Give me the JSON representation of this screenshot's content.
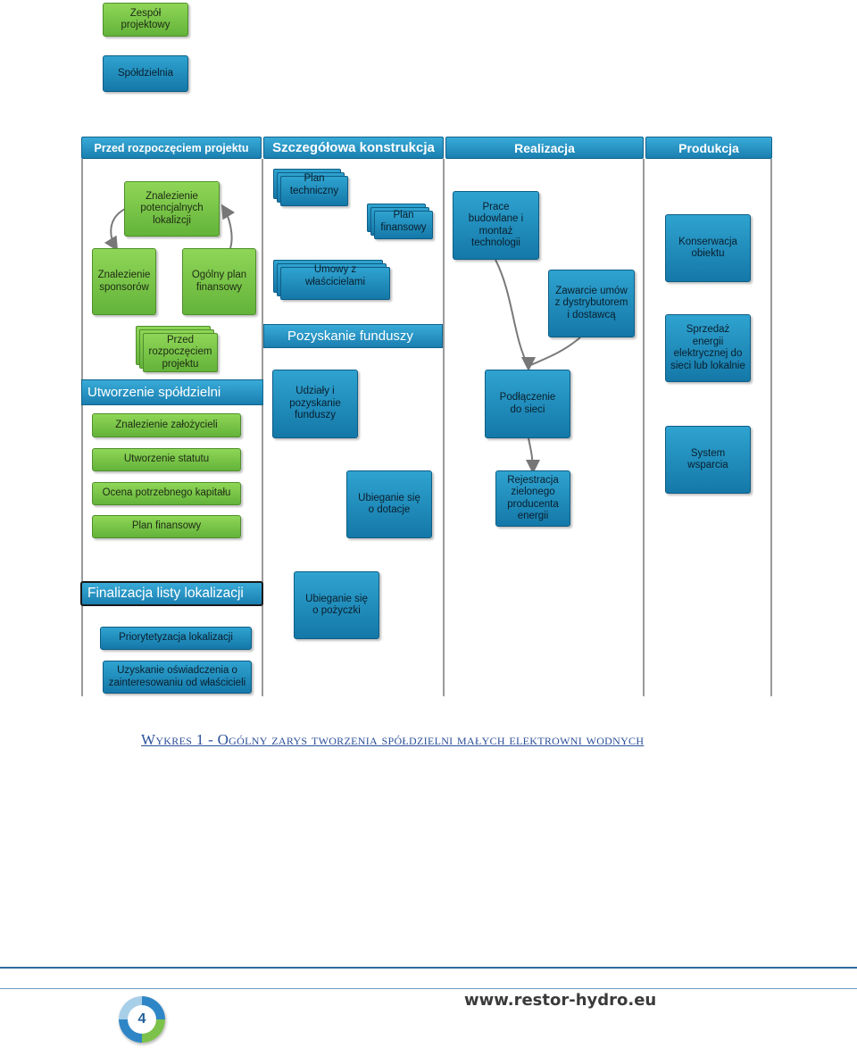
{
  "legend": {
    "team": "Zespół projektowy",
    "cooperative": "Spółdzielnia"
  },
  "headers": {
    "before": "Przed rozpoczęciem projektu",
    "construction": "Szczegółowa konstrukcja",
    "realization": "Realizacja",
    "production": "Produkcja"
  },
  "col1": {
    "find_locations": "Znalezienie potencjalnych lokalizcji",
    "find_sponsors": "Znalezienie sponsorów",
    "general_plan": "Ogólny plan finansowy",
    "before_project": "Przed rozpoczęciem projektu",
    "section_create": "Utworzenie spółdzielni",
    "find_founders": "Znalezienie założycieli",
    "statute": "Utworzenie statutu",
    "capital": "Ocena potrzebnego kapitału",
    "financial_plan": "Plan finansowy",
    "section_finalize": "Finalizacja listy lokalizacji",
    "prioritize": "Priorytetyzacja lokalizacji",
    "declaration": "Uzyskanie oświadczenia o zainteresowaniu od właścicieli"
  },
  "col2": {
    "tech_plan": "Plan techniczny",
    "fin_plan": "Plan finansowy",
    "owner_contracts": "Umowy z właścicielami",
    "section_funds": "Pozyskanie funduszy",
    "shares": "Udziały i pozyskanie funduszy",
    "grants": "Ubieganie się o dotacje",
    "loan": "Ubieganie się o pożyczki"
  },
  "col3": {
    "construction_work": "Prace budowlane i montaż technologii",
    "distributor_contracts": "Zawarcie umów z dystrybutorem i dostawcą",
    "grid_connection": "Podłączenie do sieci",
    "registration": "Rejestracja zielonego producenta energii"
  },
  "col4": {
    "maintenance": "Konserwacja obiektu",
    "energy_sale": "Sprzedaż energii elektrycznej do sieci lub lokalnie",
    "support": "System wsparcia"
  },
  "caption": "Wykres 1 - Ogólny zarys tworzenia spółdzielni małych elektrowni wodnych",
  "footer": {
    "url": "www.restor-hydro.eu",
    "page": "4"
  },
  "colors": {
    "green": "#6cbf3f",
    "blue": "#1f8fc2",
    "header": "#2a95c6",
    "caption": "#2b4f9a"
  }
}
